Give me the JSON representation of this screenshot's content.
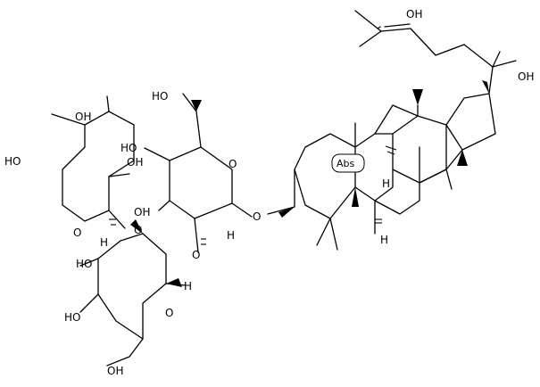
{
  "atom_labels": {
    "oh": "OH",
    "ho": "HO",
    "o": "O",
    "h": "H"
  },
  "stereo_tag": "Abs"
}
